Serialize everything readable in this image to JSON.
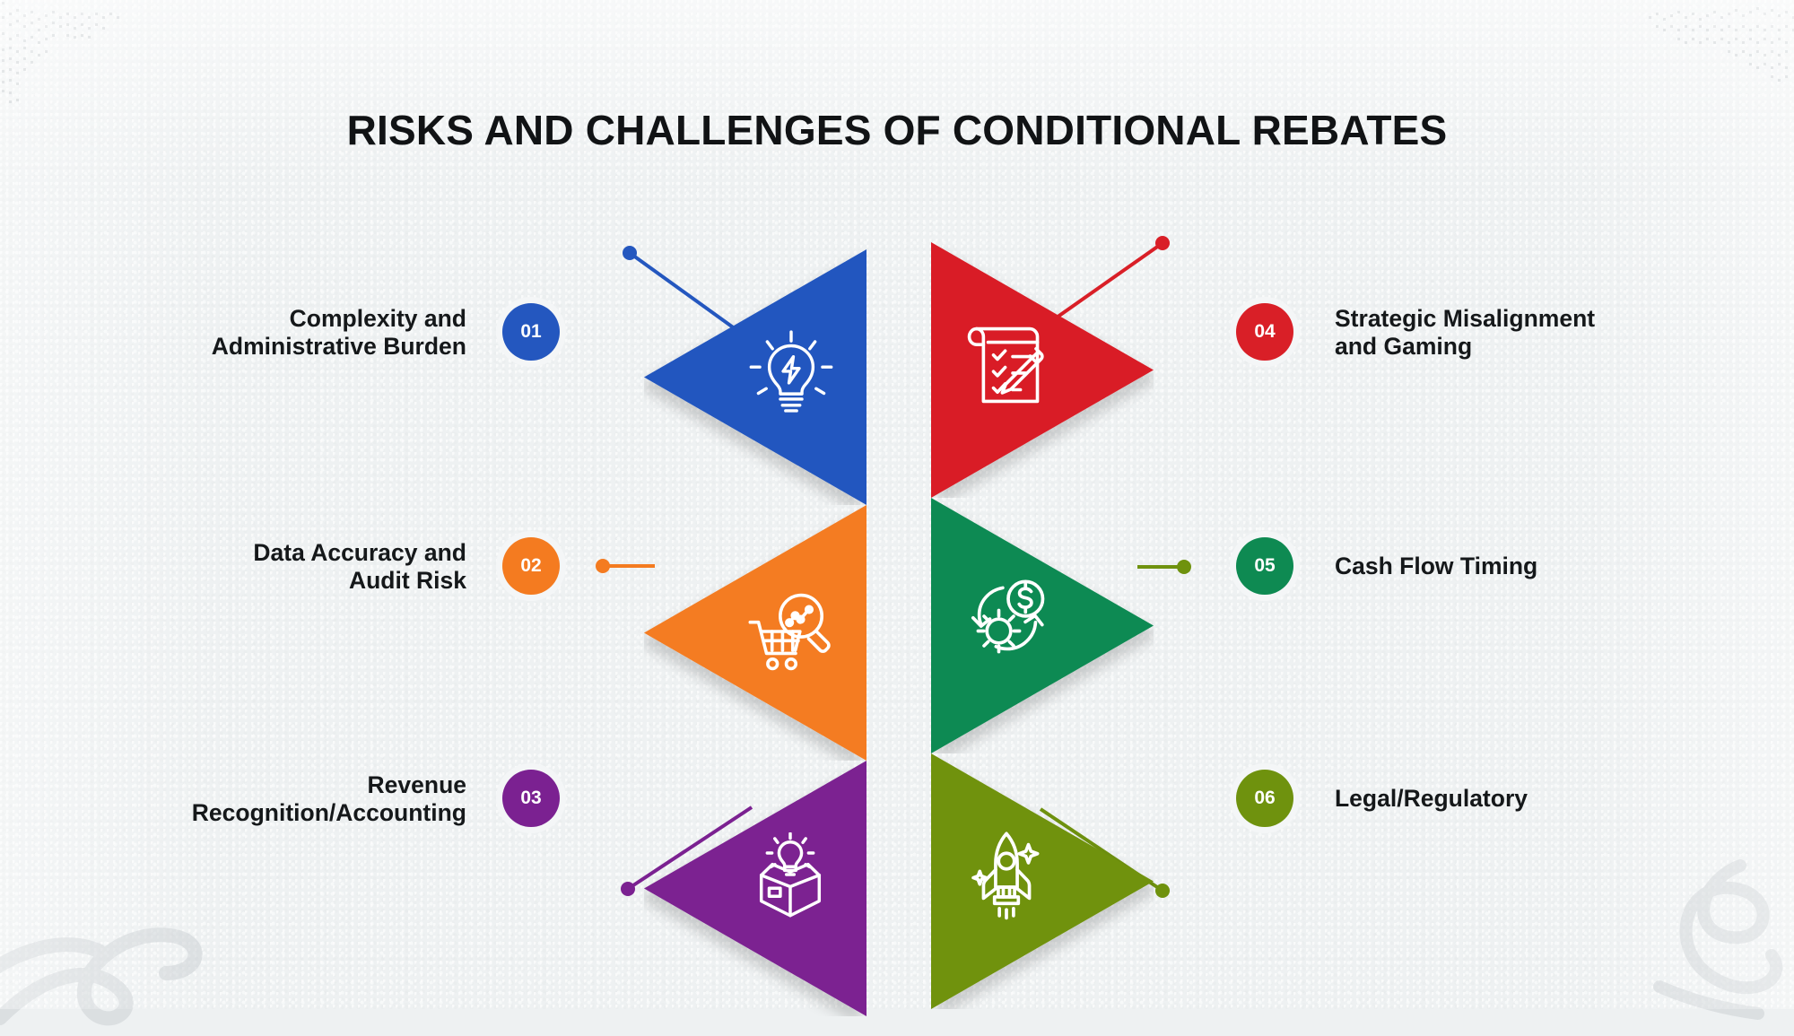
{
  "page": {
    "title": "RISKS AND CHALLENGES OF CONDITIONAL REBATES",
    "background_color": "#eef1f2",
    "title_color": "#111315"
  },
  "items": [
    {
      "number": "01",
      "label_line1": "Complexity and",
      "label_line2": "Administrative Burden",
      "color": "#2457bf",
      "side": "left",
      "icon": "lightbulb-bolt-icon"
    },
    {
      "number": "02",
      "label_line1": "Data Accuracy and",
      "label_line2": "Audit Risk",
      "color": "#f47b20",
      "side": "left",
      "icon": "cart-analytics-magnifier-icon"
    },
    {
      "number": "03",
      "label_line1": "Revenue",
      "label_line2": "Recognition/Accounting",
      "color": "#7b2191",
      "side": "left",
      "icon": "box-lightbulb-icon"
    },
    {
      "number": "04",
      "label_line1": "Strategic Misalignment",
      "label_line2": "and Gaming",
      "color": "#d91f27",
      "side": "right",
      "icon": "checklist-pencil-icon"
    },
    {
      "number": "05",
      "label_line1": "Cash Flow Timing",
      "label_line2": "",
      "color": "#0e8a52",
      "side": "right",
      "icon": "gear-dollar-cycle-icon"
    },
    {
      "number": "06",
      "label_line1": "Legal/Regulatory",
      "label_line2": "",
      "color": "#6f920e",
      "side": "right",
      "icon": "rocket-sparkle-icon"
    }
  ],
  "decor": {
    "dotmap_top_left": "dotted-world-map-icon",
    "dotmap_top_right": "dotted-world-map-icon",
    "swirl_bottom_left": "swirl-flourish-icon",
    "swirl_bottom_right": "swirl-flourish-icon"
  }
}
